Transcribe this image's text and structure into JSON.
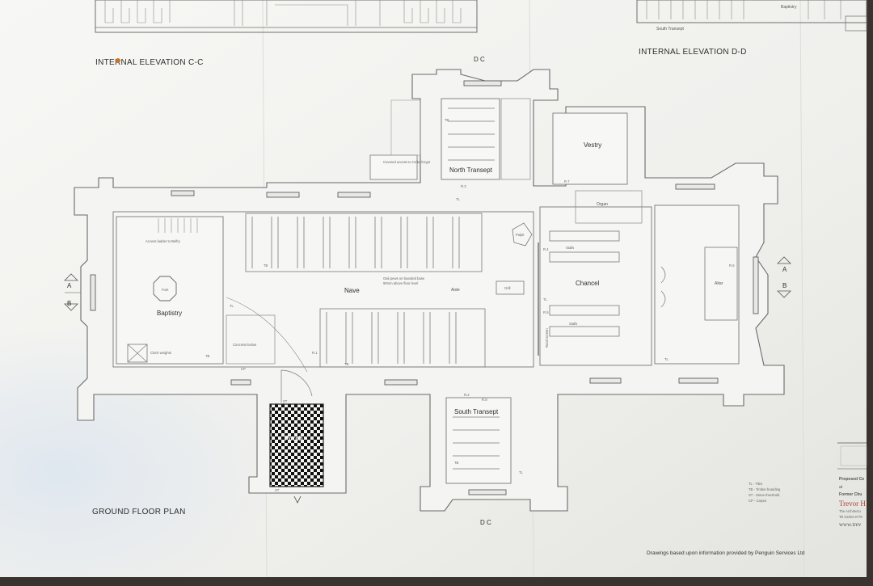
{
  "drawing": {
    "elevation_left_title": "INTERNAL ELEVATION C-C",
    "elevation_right_title": "INTERNAL ELEVATION D-D",
    "elevation_right_top_label": "Baptistry",
    "elevation_right_sub_label": "South Transept",
    "plan_title": "GROUND FLOOR PLAN",
    "section_label_top": "D C",
    "section_label_bottom": "D C",
    "marker_a": "A",
    "marker_b": "B",
    "rooms": {
      "north_transept": "North Transept",
      "south_transept": "South Transept",
      "vestry": "Vestry",
      "organ": "Organ",
      "nave": "Nave",
      "aisle": "Aisle",
      "chancel": "Chancel",
      "baptistry": "Baptistry",
      "porch": "Porch",
      "altar": "Altar",
      "font": "Font",
      "pulpit": "Pulpit",
      "grill": "Grill",
      "stalls_top": "Stalls",
      "stalls_bottom": "Stalls",
      "rood_screen": "Rood screen"
    },
    "notes": {
      "covered_access": "Covered access to Cellar/Crypt",
      "oak_pews_1": "Oak pews on boarded base",
      "oak_pews_2": "90mm above floor level",
      "access_ladder": "Access ladder to Belfry",
      "clock_weights": "Clock weights",
      "concrete_below": "Concrete below"
    },
    "tags": {
      "tb": "TB",
      "tl": "TL",
      "st": "ST",
      "cp": "CP",
      "r1": "R.1",
      "r2": "R.2",
      "r3": "R.3",
      "r4": "R.4",
      "r5": "R.5",
      "r6": "R.6",
      "r7": "R.7",
      "r8": "R.8"
    },
    "credit": "Drawings based upon information provided by Penguin Services Ltd",
    "titleblock": {
      "proposed": "Proposed Co",
      "at": "at",
      "former": "Former Chu",
      "firm": "Trevor H",
      "firm_sub": "The Architectu",
      "phone": "Tel 01364 6779",
      "web": "www.trev"
    },
    "legend": {
      "tb": "TB - Timber boarding",
      "tl": "TL - Tiles",
      "st": "ST - Stone threshold",
      "cp": "CP - Carpet"
    },
    "colors": {
      "paper": "#f4f4f2",
      "line": "#6a6a6a",
      "accent_red": "#b0442e"
    }
  }
}
